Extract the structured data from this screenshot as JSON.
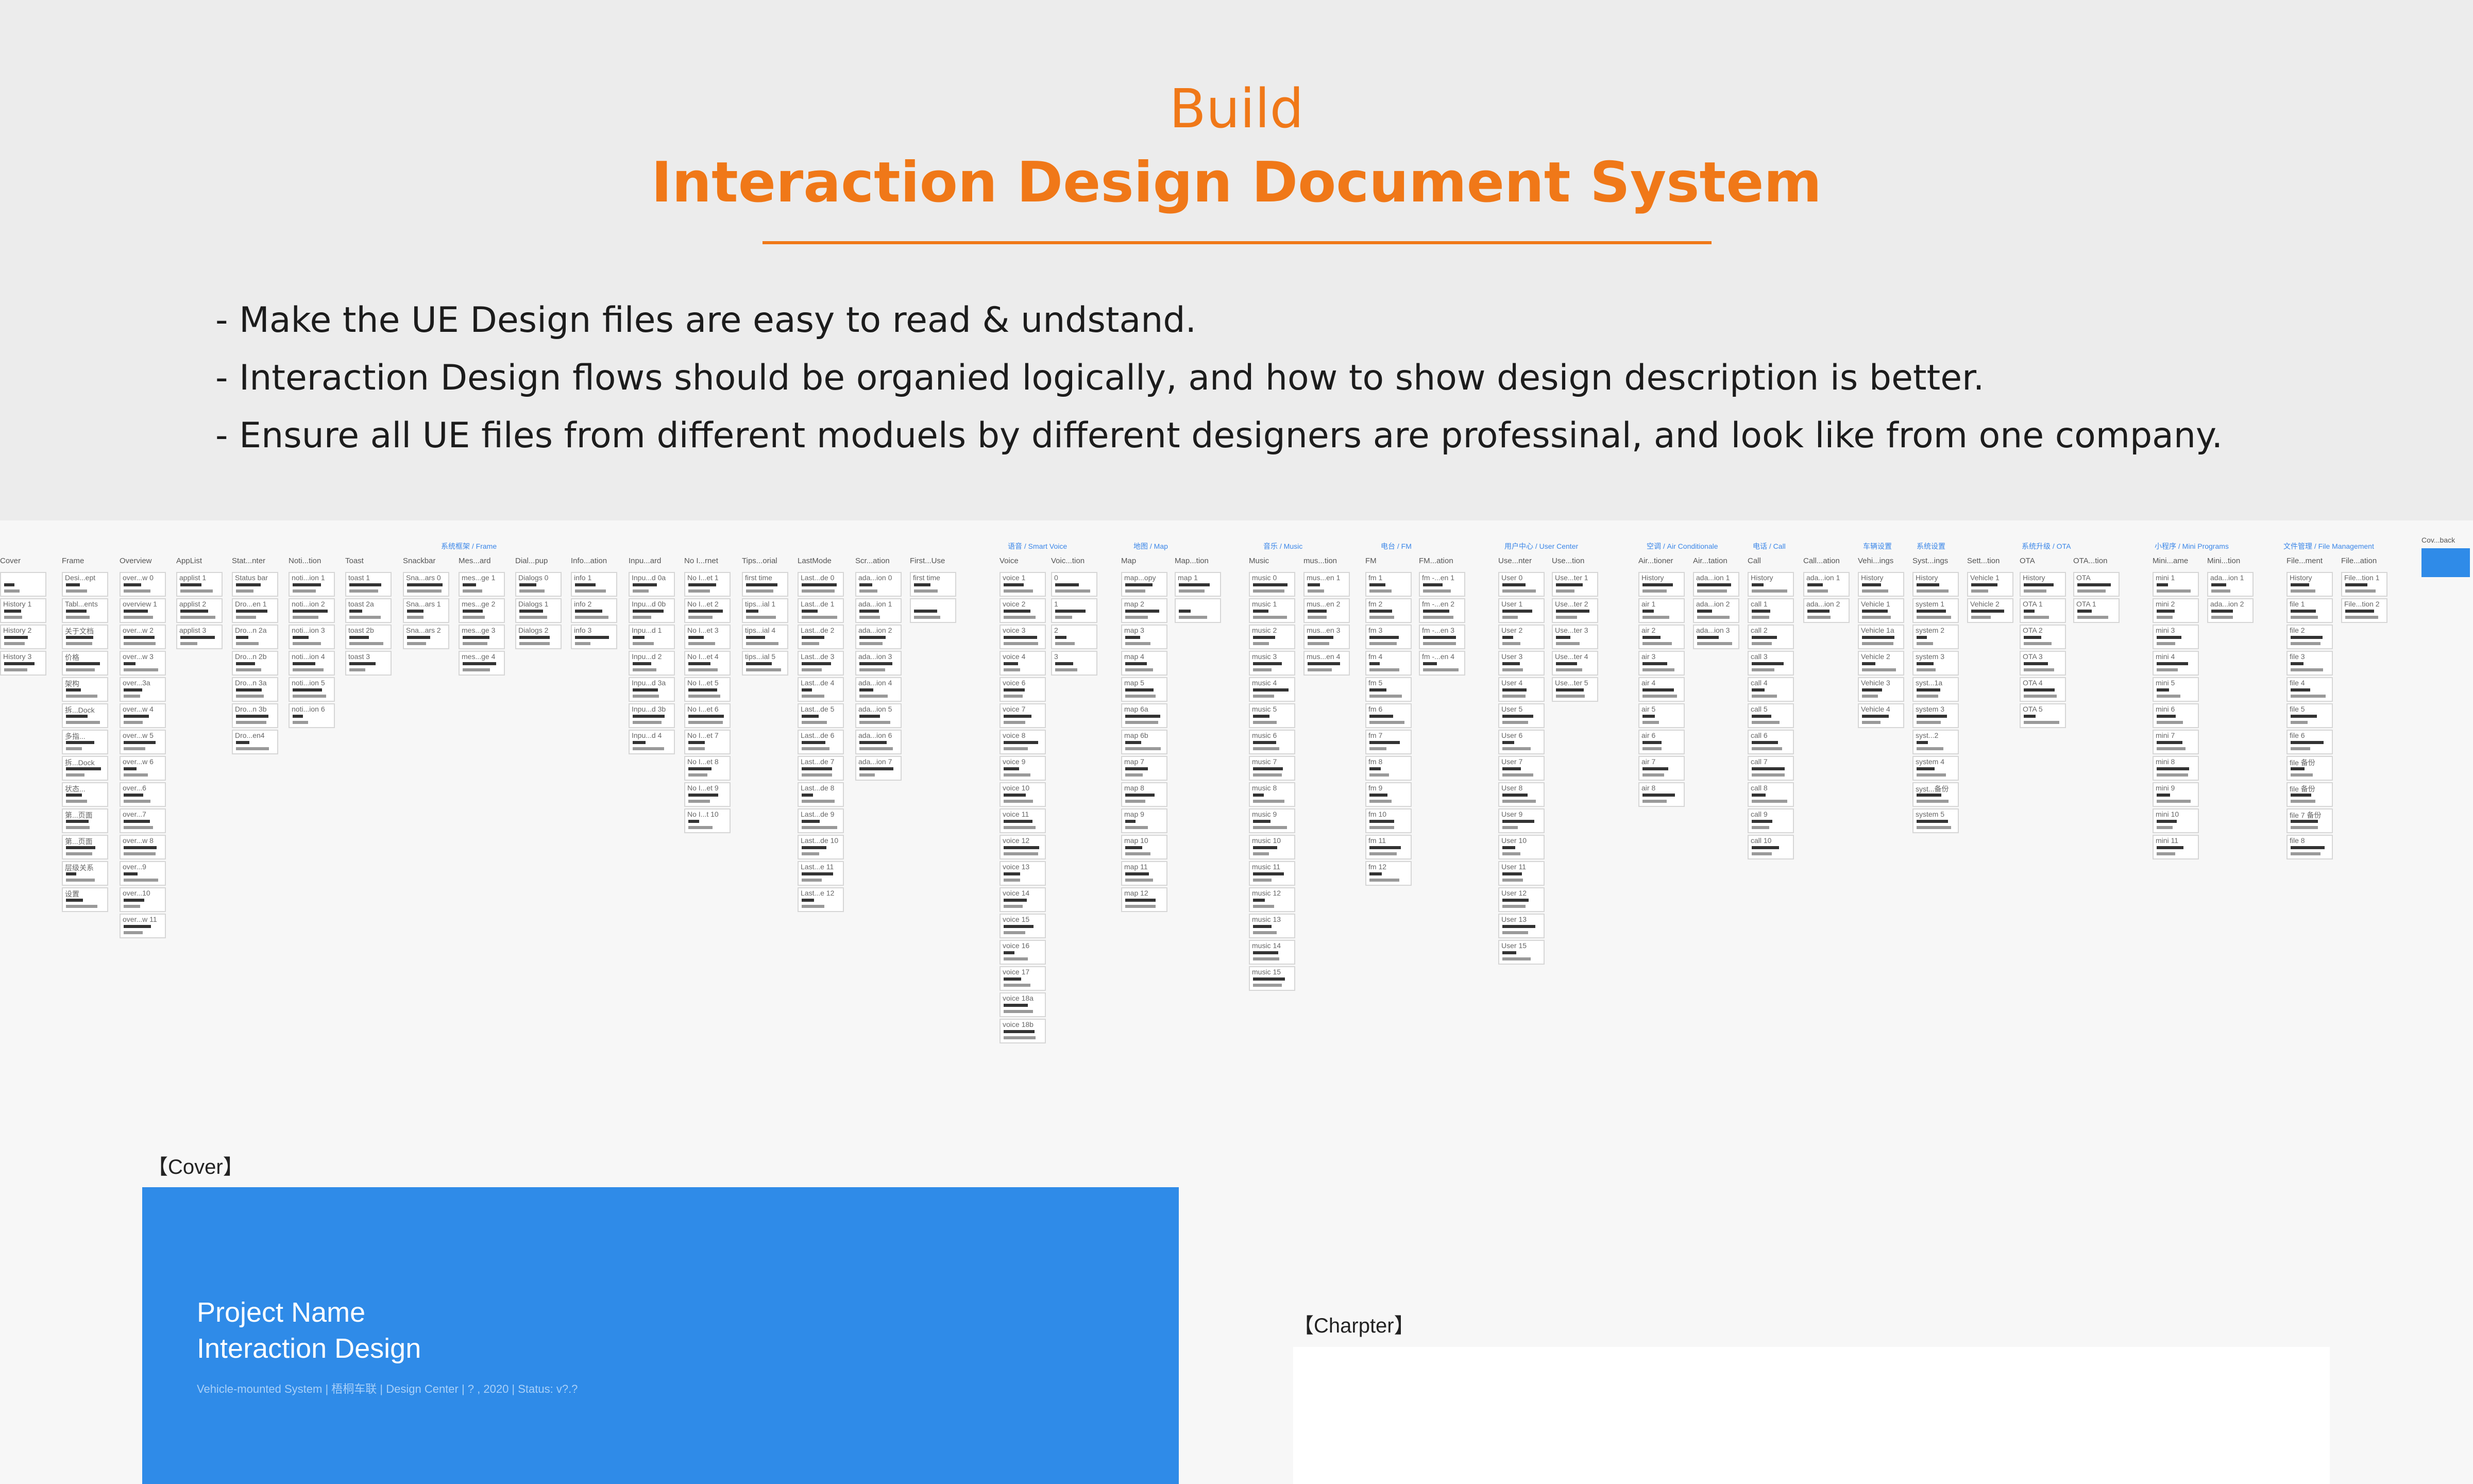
{
  "header": {
    "build": "Build",
    "title": "Interaction Design Document System"
  },
  "bullets": [
    "- Make the UE Design files are easy to read & undstand.",
    "- Interaction Design flows should be organied logically, and how to show design description is better.",
    "- Ensure all UE files from different moduels by different designers are professinal, and look like from one company."
  ],
  "board": {
    "groups": [
      {
        "label": "系统框架 / Frame",
        "pos": 856
      },
      {
        "label": "语音 / Smart Voice",
        "pos": 1956
      },
      {
        "label": "地图 / Map",
        "pos": 2200
      },
      {
        "label": "音乐 / Music",
        "pos": 2452
      },
      {
        "label": "电台 / FM",
        "pos": 2680
      },
      {
        "label": "用户中心 / User Center",
        "pos": 2920
      },
      {
        "label": "空调 / Air Conditionale",
        "pos": 3196
      },
      {
        "label": "电话 / Call",
        "pos": 3402
      },
      {
        "label": "车辆设置",
        "pos": 3616
      },
      {
        "label": "系统设置",
        "pos": 3720
      },
      {
        "label": "系统升级 / OTA",
        "pos": 3924
      },
      {
        "label": "小程序 / Mini Programs",
        "pos": 4182
      },
      {
        "label": "文件管理 / File Management",
        "pos": 4432
      }
    ],
    "columns": [
      {
        "header": "Cover",
        "frames": [
          "",
          "History 1",
          "History 2",
          "History 3"
        ]
      },
      {
        "header": "Frame",
        "frames": [
          "Desi...ept",
          "Tabl...ents",
          "关于文档",
          "价格",
          "架构",
          "拆...Dock",
          "多指...",
          "拆...Dock",
          "状态...",
          "第...页面",
          "第...页面",
          "层级关系",
          "设置"
        ]
      },
      {
        "header": "Overview",
        "frames": [
          "over...w 0",
          "overview 1",
          "over...w 2",
          "over...w 3",
          "over...3a",
          "over...w 4",
          "over...w 5",
          "over...w 6",
          "over...6",
          "over...7",
          "over...w 8",
          "over...9",
          "over...10",
          "over...w 11"
        ]
      },
      {
        "header": "AppList",
        "frames": [
          "applist 1",
          "applist 2",
          "applist 3"
        ]
      },
      {
        "header": "Stat...nter",
        "frames": [
          "Status bar",
          "Dro...en 1",
          "Dro...n 2a",
          "Dro...n 2b",
          "Dro...n 3a",
          "Dro...n 3b",
          "Dro...en4"
        ]
      },
      {
        "header": "Noti...tion",
        "frames": [
          "noti...ion 1",
          "noti...ion 2",
          "noti...ion 3",
          "noti...ion 4",
          "noti...ion 5",
          "noti...ion 6"
        ]
      },
      {
        "header": "Toast",
        "frames": [
          "toast 1",
          "toast 2a",
          "toast 2b",
          "toast 3"
        ]
      },
      {
        "header": "Snackbar",
        "frames": [
          "Sna...ars 0",
          "Sna...ars 1",
          "Sna...ars 2"
        ]
      },
      {
        "header": "Mes...ard",
        "frames": [
          "mes...ge 1",
          "mes...ge 2",
          "mes...ge 3",
          "mes...ge 4"
        ]
      },
      {
        "header": "Dial...pup",
        "frames": [
          "Dialogs 0",
          "Dialogs 1",
          "Dialogs 2"
        ]
      },
      {
        "header": "Info...ation",
        "frames": [
          "info 1",
          "info 2",
          "info 3"
        ]
      },
      {
        "header": "Inpu...ard",
        "frames": [
          "Inpu...d 0a",
          "Inpu...d 0b",
          "Inpu...d 1",
          "Inpu...d 2",
          "Inpu...d 3a",
          "Inpu...d 3b",
          "Inpu...d 4"
        ]
      },
      {
        "header": "No I...rnet",
        "frames": [
          "No I...et 1",
          "No I...et 2",
          "No I...et 3",
          "No I...et 4",
          "No I...et 5",
          "No I...et 6",
          "No I...et 7",
          "No I...et 8",
          "No I...et 9",
          "No I...t 10"
        ]
      },
      {
        "header": "Tips...orial",
        "frames": [
          "first time",
          "tips...ial 1",
          "tips...ial 4",
          "tips...ial 5"
        ]
      },
      {
        "header": "LastMode",
        "frames": [
          "Last...de 0",
          "Last...de 1",
          "Last...de 2",
          "Last...de 3",
          "Last...de 4",
          "Last...de 5",
          "Last...de 6",
          "Last...de 7",
          "Last...de 8",
          "Last...de 9",
          "Last...de 10",
          "Last...e 11",
          "Last...e 12"
        ]
      },
      {
        "header": "Scr...ation",
        "frames": [
          "ada...ion 0",
          "ada...ion 1",
          "ada...ion 2",
          "ada...ion 3",
          "ada...ion 4",
          "ada...ion 5",
          "ada...ion 6",
          "ada...ion 7"
        ]
      },
      {
        "header": "First...Use",
        "frames": [
          "first time",
          ""
        ]
      },
      {
        "header": "Voice",
        "frames": [
          "voice 1",
          "voice 2",
          "voice 3",
          "voice 4",
          "voice 6",
          "voice 7",
          "voice 8",
          "voice 9",
          "voice 10",
          "voice 11",
          "voice 12",
          "voice 13",
          "voice 14",
          "voice 15",
          "voice 16",
          "voice 17",
          "voice 18a",
          "voice 18b"
        ]
      },
      {
        "header": "Voic...tion",
        "frames": [
          "0",
          "1",
          "2",
          "3"
        ]
      },
      {
        "header": "Map",
        "frames": [
          "map...opy",
          "map 2",
          "map 3",
          "map 4",
          "map 5",
          "map 6a",
          "map 6b",
          "map 7",
          "map 8",
          "map 9",
          "map 10",
          "map 11",
          "map 12"
        ]
      },
      {
        "header": "Map...tion",
        "frames": [
          "map 1",
          ""
        ]
      },
      {
        "header": "Music",
        "frames": [
          "music 0",
          "music 1",
          "music 2",
          "music 3",
          "music 4",
          "music 5",
          "music 6",
          "music 7",
          "music 8",
          "music 9",
          "music 10",
          "music 11",
          "music 12",
          "music 13",
          "music 14",
          "music 15"
        ]
      },
      {
        "header": "mus...tion",
        "frames": [
          "mus...en 1",
          "mus...en 2",
          "mus...en 3",
          "mus...en 4"
        ]
      },
      {
        "header": "FM",
        "frames": [
          "fm 1",
          "fm 2",
          "fm 3",
          "fm 4",
          "fm 5",
          "fm 6",
          "fm 7",
          "fm 8",
          "fm 9",
          "fm 10",
          "fm 11",
          "fm 12"
        ]
      },
      {
        "header": "FM...ation",
        "frames": [
          "fm -...en 1",
          "fm -...en 2",
          "fm -...en 3",
          "fm -...en 4"
        ]
      },
      {
        "header": "Use...nter",
        "frames": [
          "User 0",
          "User 1",
          "User 2",
          "User 3",
          "User 4",
          "User 5",
          "User 6",
          "User 7",
          "User 8",
          "User 9",
          "User 10",
          "User 11",
          "User 12",
          "User 13",
          "User 15"
        ]
      },
      {
        "header": "Use...tion",
        "frames": [
          "Use...ter 1",
          "Use...ter 2",
          "Use...ter 3",
          "Use...ter 4",
          "Use...ter 5"
        ]
      },
      {
        "header": "Air...tioner",
        "frames": [
          "History",
          "air 1",
          "air 2",
          "air 3",
          "air 4",
          "air 5",
          "air 6",
          "air 7",
          "air 8"
        ]
      },
      {
        "header": "Air...tation",
        "frames": [
          "ada...ion 1",
          "ada...ion 2",
          "ada...ion 3"
        ]
      },
      {
        "header": "Call",
        "frames": [
          "History",
          "call 1",
          "call 2",
          "call 3",
          "call 4",
          "call 5",
          "call 6",
          "call 7",
          "call 8",
          "call 9",
          "call 10"
        ]
      },
      {
        "header": "Call...ation",
        "frames": [
          "ada...ion 1",
          "ada...ion 2"
        ]
      },
      {
        "header": "Vehi...ings",
        "frames": [
          "History",
          "Vehicle 1",
          "Vehicle 1a",
          "Vehicle 2",
          "Vehicle 3",
          "Vehicle 4"
        ]
      },
      {
        "header": "Syst...ings",
        "frames": [
          "History",
          "system 1",
          "system 2",
          "system 3",
          "syst...1a",
          "system 3",
          "syst...2",
          "system 4",
          "syst...备份",
          "system 5"
        ]
      },
      {
        "header": "Sett...tion",
        "frames": [
          "Vehicle 1",
          "Vehicle 2"
        ]
      },
      {
        "header": "OTA",
        "frames": [
          "History",
          "OTA 1",
          "OTA 2",
          "OTA 3",
          "OTA 4",
          "OTA 5"
        ]
      },
      {
        "header": "OTA...tion",
        "frames": [
          "OTA",
          "OTA 1"
        ]
      },
      {
        "header": "Mini...ame",
        "frames": [
          "mini 1",
          "mini 2",
          "mini 3",
          "mini 4",
          "mini 5",
          "mini 6",
          "mini 7",
          "mini 8",
          "mini 9",
          "mini 10",
          "mini 11"
        ]
      },
      {
        "header": "Mini...tion",
        "frames": [
          "ada...ion 1",
          "ada...ion 2"
        ]
      },
      {
        "header": "File...ment",
        "frames": [
          "History",
          "file 1",
          "file 2",
          "file 3",
          "file 4",
          "file 5",
          "file 6",
          "file 备份",
          "file 备份",
          "file 7 备份",
          "file 8"
        ]
      },
      {
        "header": "File...ation",
        "frames": [
          "File...tion 1",
          "File...tion 2"
        ]
      }
    ],
    "cov_back": "Cov...back"
  },
  "cover": {
    "section_label": "【Cover】",
    "project_name": "Project Name",
    "subtitle": "Interaction Design",
    "meta": "Vehicle-mounted System   |   梧桐车联   |   Design Center   |   ? , 2020   |   Status: v?.?"
  },
  "chapter": {
    "section_label": "【Charpter】"
  },
  "colors": {
    "accent": "#f07818",
    "cover_blue": "#2f8be8",
    "group_blue": "#3a86e8"
  }
}
